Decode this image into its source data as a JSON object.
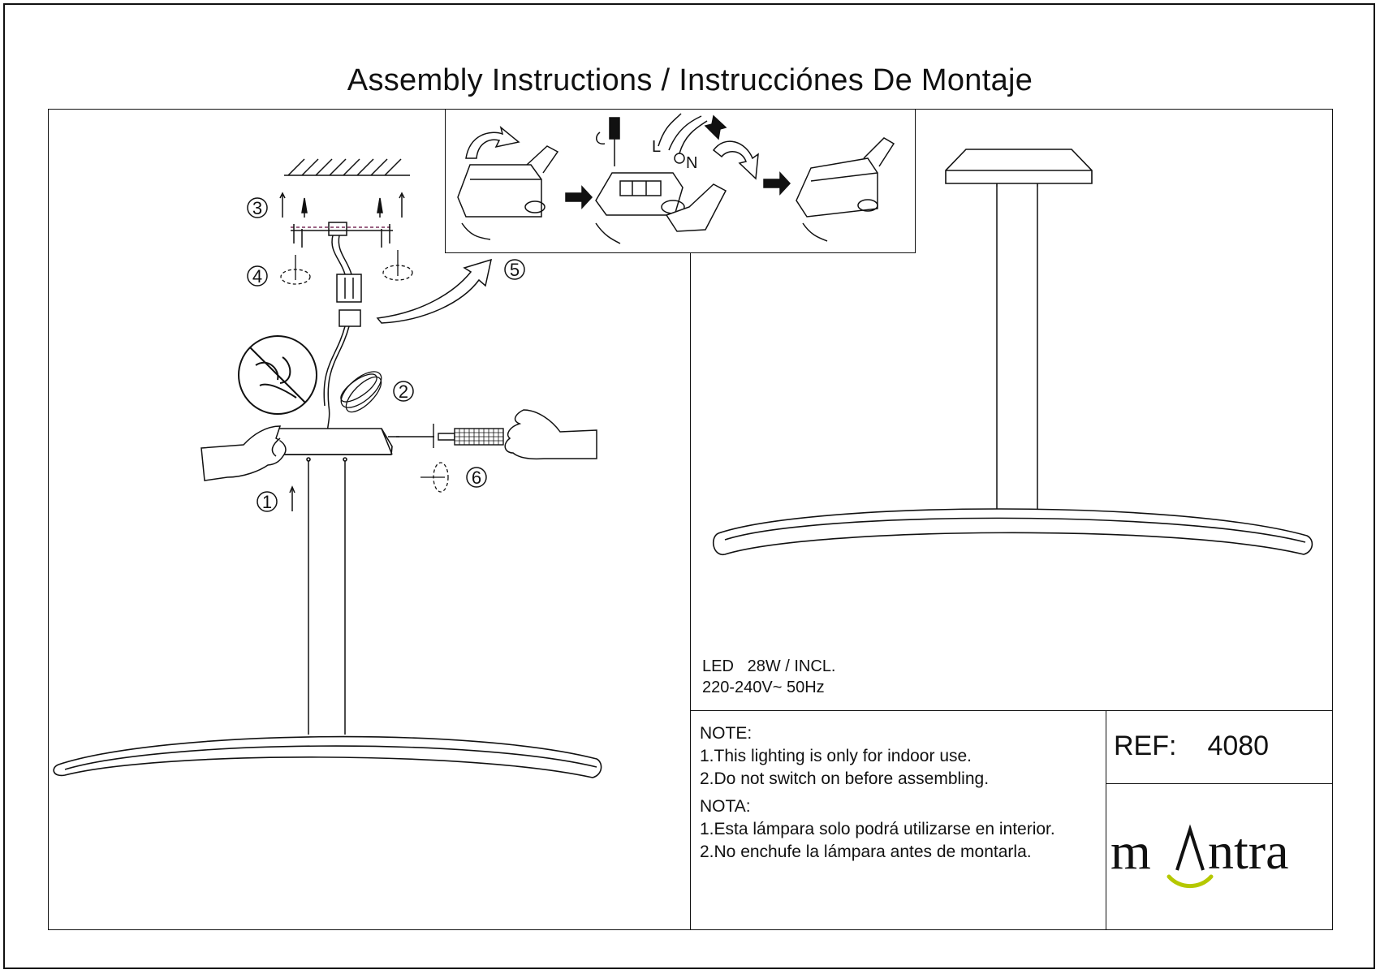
{
  "document": {
    "title": "Assembly Instructions / Instrucciónes De Montaje"
  },
  "steps": [
    "1",
    "2",
    "3",
    "4",
    "5",
    "6"
  ],
  "wiring": {
    "live": "L",
    "neutral": "N"
  },
  "spec": {
    "line1": "LED   28W / INCL.",
    "line2": "220-240V~ 50Hz"
  },
  "notes": {
    "en_heading": "NOTE:",
    "en_1": "1.This lighting is only for indoor use.",
    "en_2": "2.Do not switch on before assembling.",
    "es_heading": "NOTA:",
    "es_1": "1.Esta lámpara solo podrá utilizarse en interior.",
    "es_2": "2.No enchufe la lámpara antes de montarla."
  },
  "reference": {
    "label": "REF:",
    "value": "4080"
  },
  "brand": {
    "logo_text": "mantra",
    "smile_color": "#b5c800",
    "ink_color": "#111111"
  }
}
